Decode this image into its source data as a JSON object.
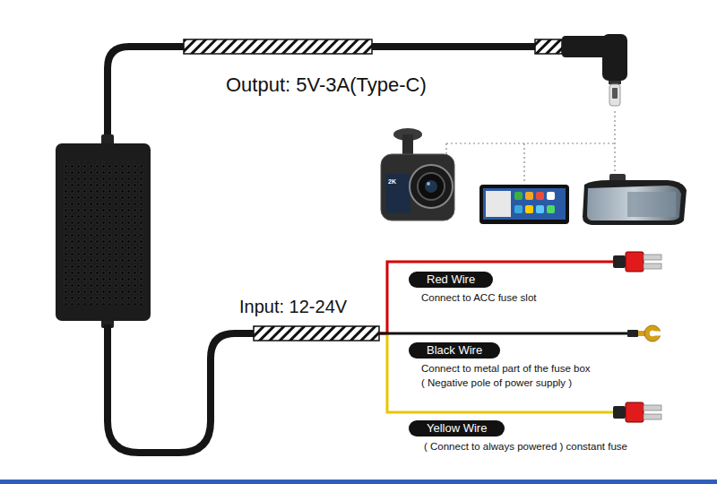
{
  "diagram": {
    "nodes": [
      {
        "text": [
          "Red Wire",
          "Connect to ACC fuse slot"
        ]
      },
      {
        "text": [
          "Black Wire",
          "Connect to metal part of the fuse box",
          "( Negative pole of power supply )"
        ]
      },
      {
        "text": [
          "Yellow Wire",
          "( Connect to always powered ) constant fuse"
        ]
      }
    ],
    "labels": [
      "Output: 5V-3A(Type-C)",
      "Input: 12-24V",
      "2K"
    ]
  }
}
